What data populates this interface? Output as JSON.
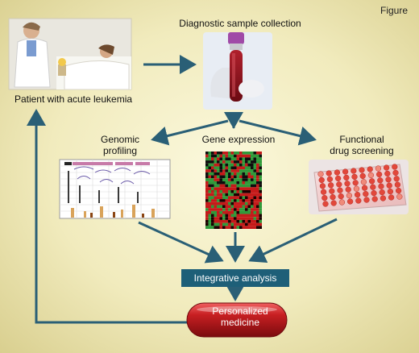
{
  "figure_tag": "Figure",
  "labels": {
    "diagnostic": "Diagnostic sample collection",
    "patient": "Patient with acute leukemia",
    "genomic_line1": "Genomic",
    "genomic_line2": "profiling",
    "gene_expression": "Gene expression",
    "drug_line1": "Functional",
    "drug_line2": "drug screening",
    "integrative": "Integrative analysis",
    "personalized_line1": "Personalized",
    "personalized_line2": "medicine"
  },
  "colors": {
    "arrow": "#2a5f76",
    "box": "#1e5f78",
    "pill": "#b3161b",
    "heatmap_red": "#c41a1a",
    "heatmap_green": "#2f9a3a"
  },
  "icons": [
    "patient-photo",
    "blood-tube-photo",
    "genomic-chart",
    "heatmap",
    "well-plate-photo",
    "pill"
  ]
}
